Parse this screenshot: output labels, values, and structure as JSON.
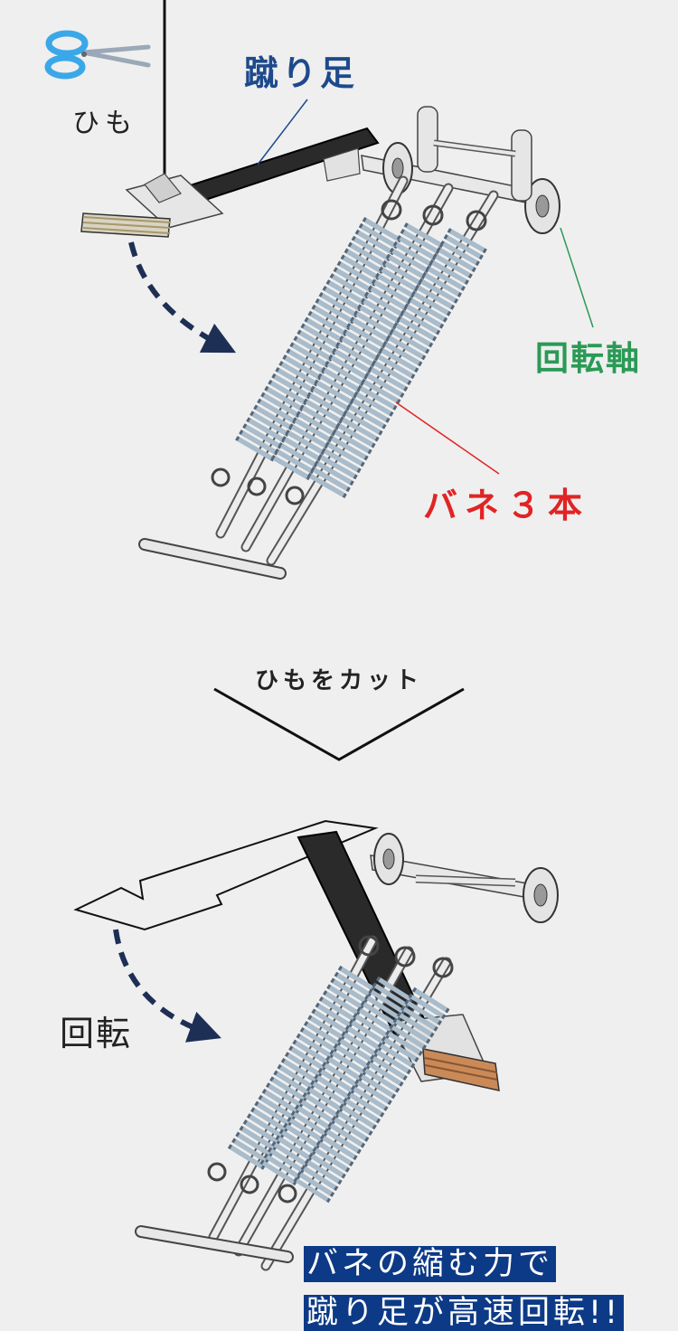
{
  "labels": {
    "string": "ひも",
    "kick_foot": "蹴り足",
    "rotation_axis": "回転軸",
    "springs": "バネ３本",
    "cut_string": "ひもをカット",
    "rotation": "回転"
  },
  "caption": {
    "line1": "バネの縮む力で",
    "line2": "蹴り足が高速回転!!"
  },
  "colors": {
    "background": "#efefef",
    "kick_foot_label": "#1e4a8c",
    "axis_label": "#2a9a55",
    "springs_label": "#e02424",
    "arrow": "#1e2f55",
    "caption_bg": "#0d3a86",
    "scissors": "#3aa8e8",
    "spring_coil": "#a9bccc"
  },
  "icons": {
    "scissors": "scissors-icon"
  }
}
